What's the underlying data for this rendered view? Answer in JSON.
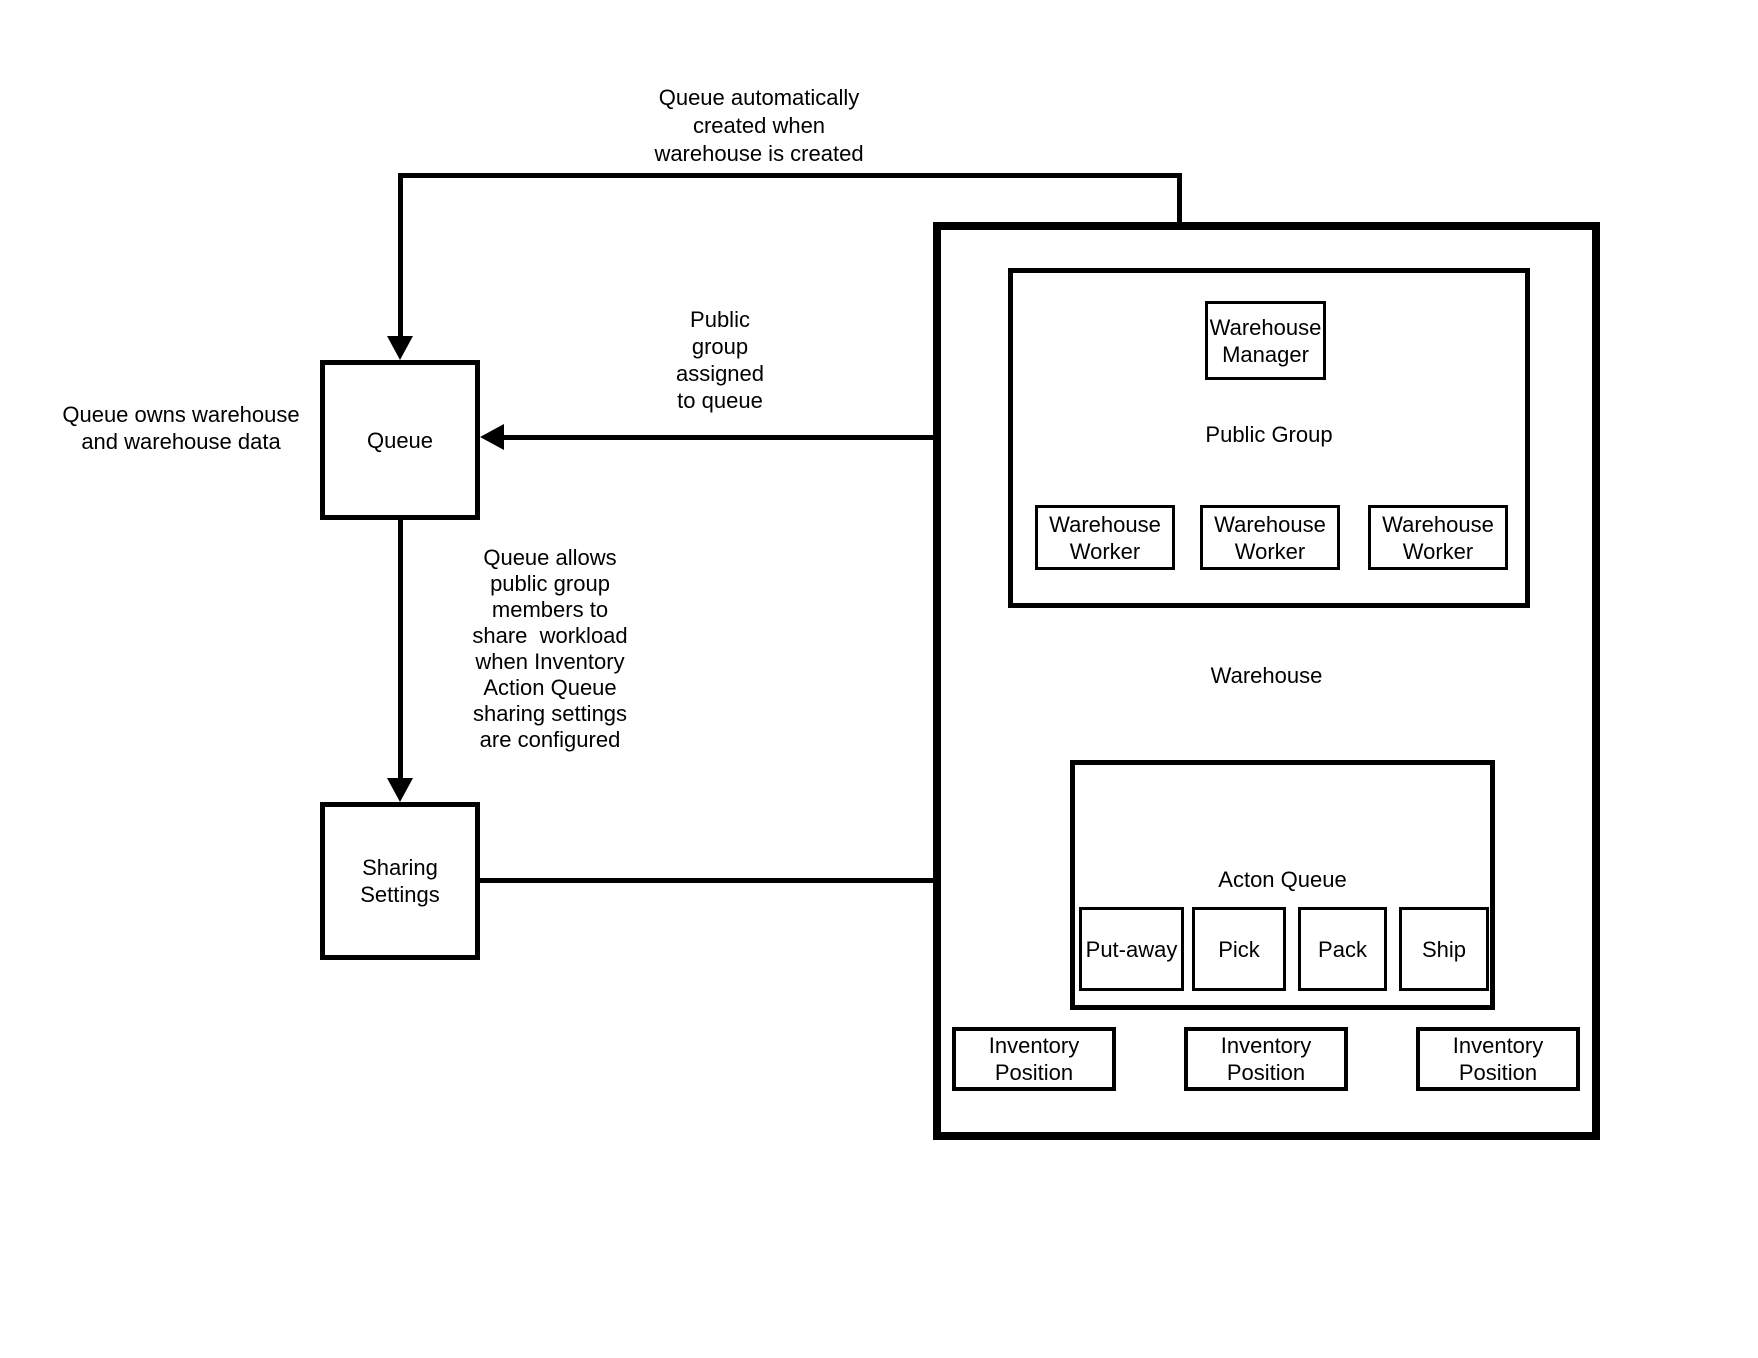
{
  "notes": {
    "auto_created": "Queue automatically\ncreated when\nwarehouse is created",
    "queue_owns": "Queue owns warehouse\nand warehouse data",
    "public_group_assigned": "Public\ngroup\nassigned\nto queue",
    "queue_allows": "Queue allows\npublic group\nmembers to\nshare  workload\nwhen Inventory\nAction Queue\nsharing settings\nare configured"
  },
  "nodes": {
    "queue": "Queue",
    "sharing_settings": "Sharing\nSettings",
    "warehouse": "Warehouse",
    "public_group": "Public Group",
    "warehouse_manager": "Warehouse\nManager",
    "workers": [
      "Warehouse\nWorker",
      "Warehouse\nWorker",
      "Warehouse\nWorker"
    ],
    "acton_queue": "Acton Queue",
    "actions": [
      "Put-away",
      "Pick",
      "Pack",
      "Ship"
    ],
    "inventory_positions": [
      "Inventory\nPosition",
      "Inventory\nPosition",
      "Inventory\nPosition"
    ]
  },
  "colors": {
    "line": "#000000",
    "background": "#ffffff"
  }
}
